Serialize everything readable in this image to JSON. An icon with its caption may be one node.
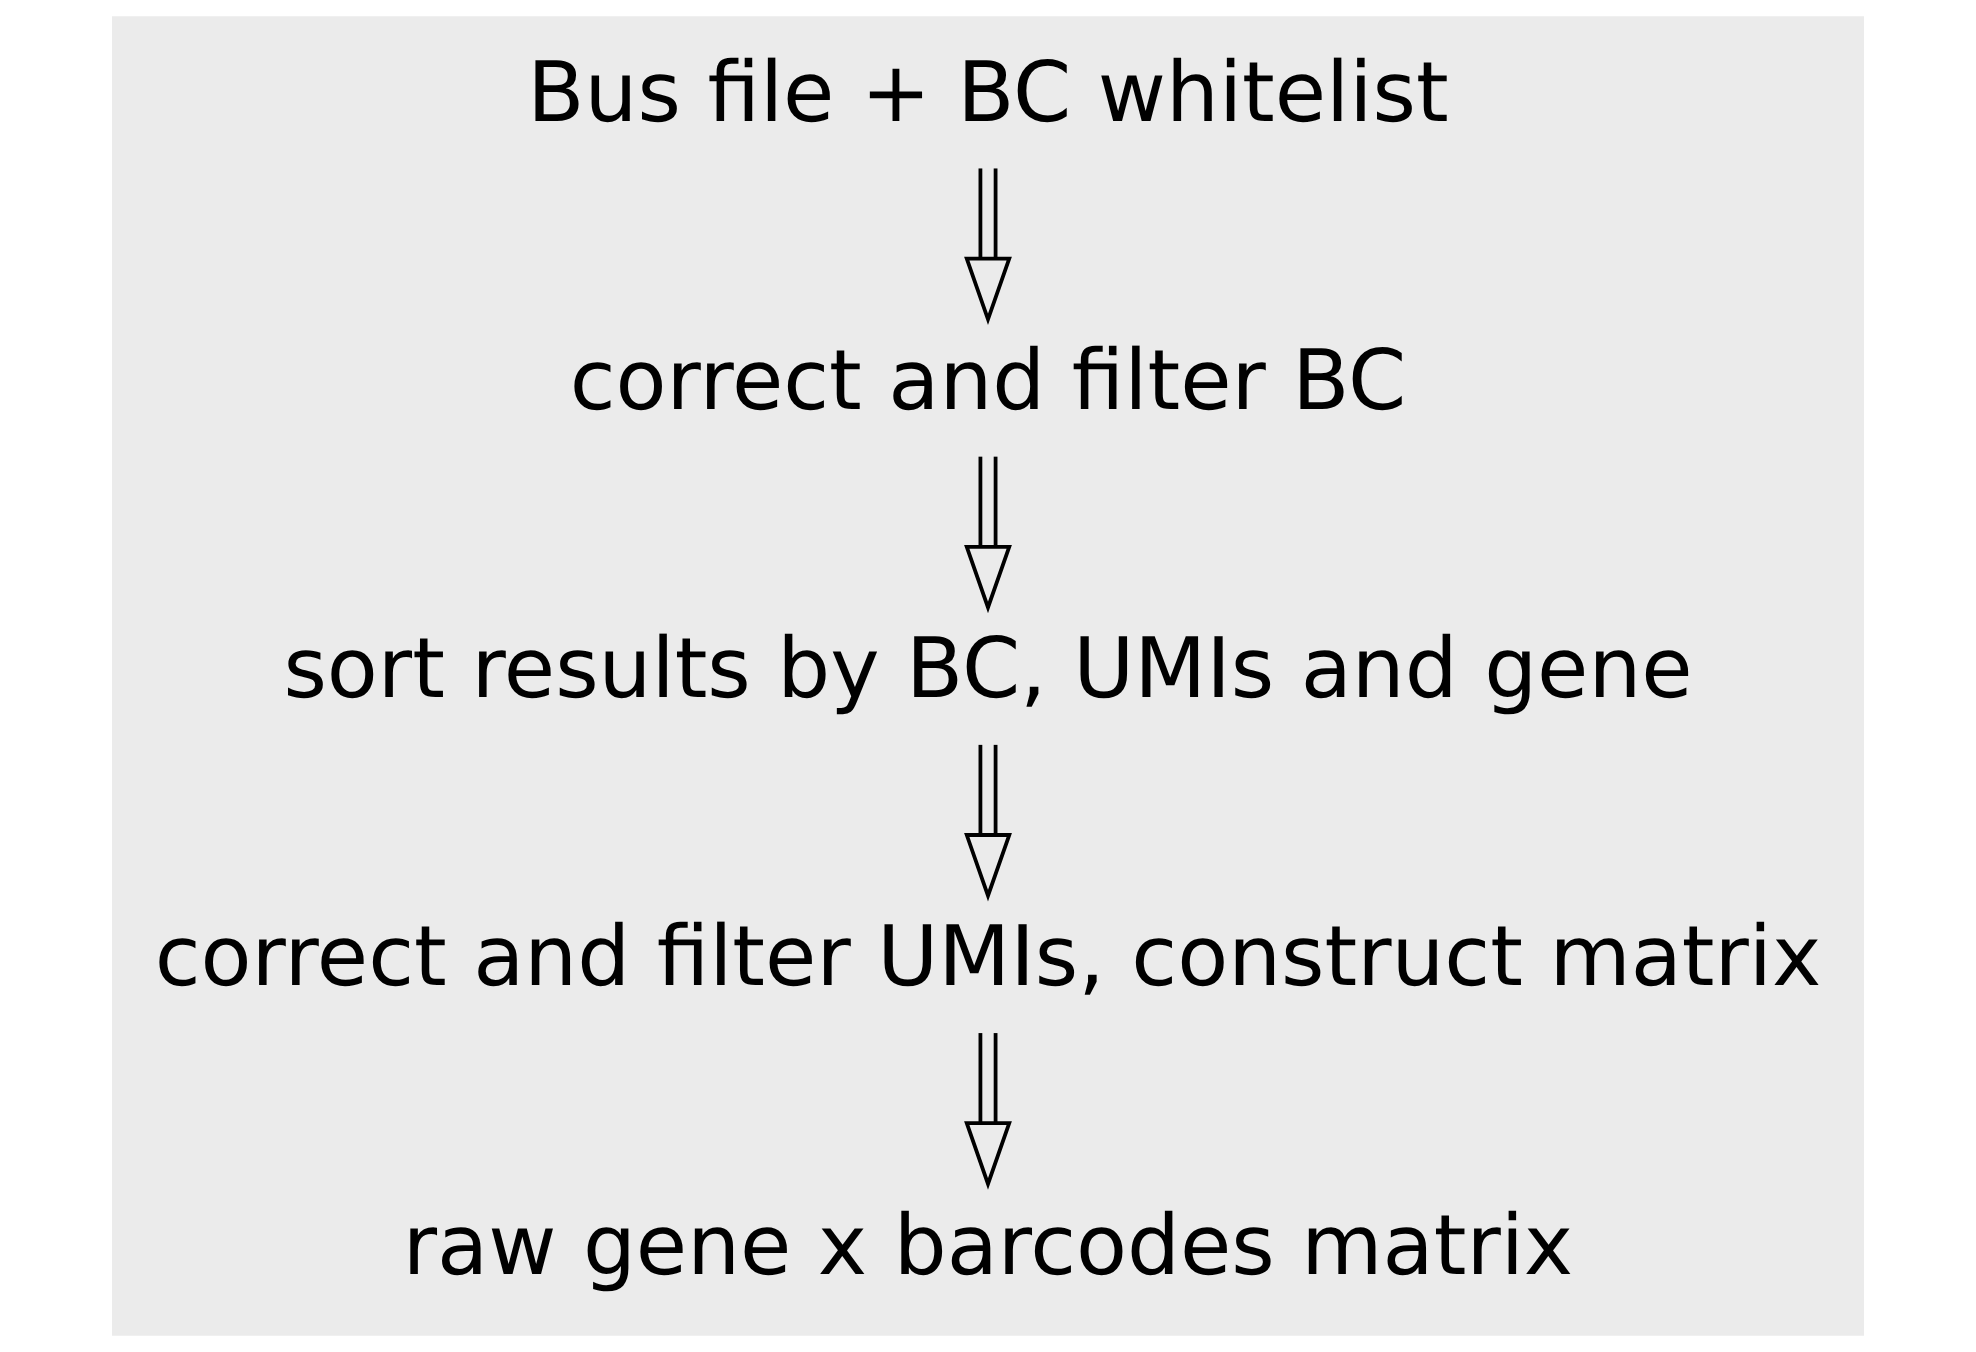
{
  "diagram": {
    "nodes": [
      {
        "text": [
          "Bus file + BC whitelist"
        ]
      },
      {
        "text": [
          "correct and filter BC"
        ]
      },
      {
        "text": [
          "sort results by BC, UMIs and gene"
        ]
      },
      {
        "text": [
          "correct and filter UMIs, construct matrix"
        ]
      },
      {
        "text": [
          "raw gene x barcodes matrix"
        ]
      }
    ],
    "edges": [
      {
        "from": 0,
        "to": 1,
        "arrow": "to"
      },
      {
        "from": 1,
        "to": 2,
        "arrow": "to"
      },
      {
        "from": 2,
        "to": 3,
        "arrow": "to"
      },
      {
        "from": 3,
        "to": 4,
        "arrow": "to"
      }
    ]
  }
}
